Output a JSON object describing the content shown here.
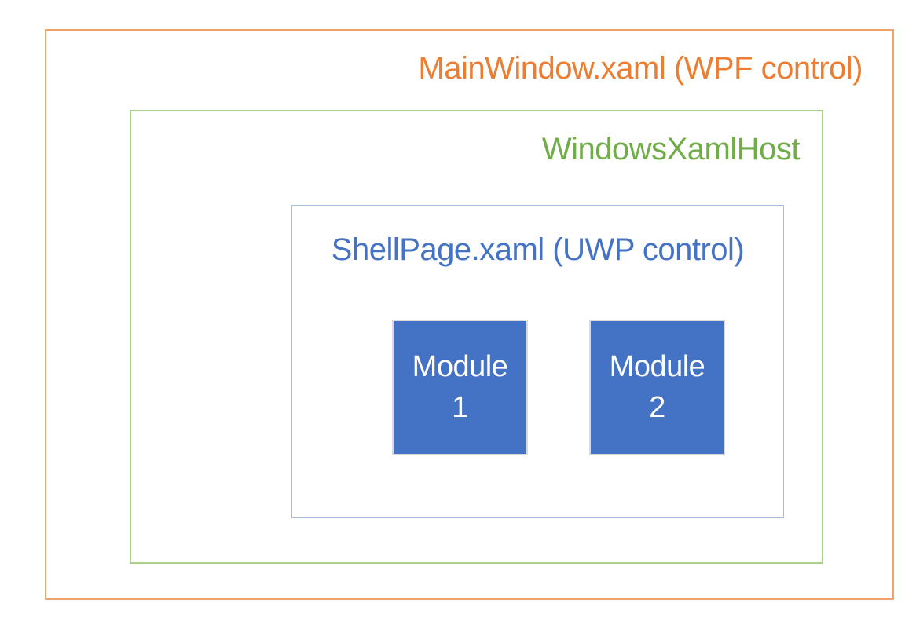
{
  "diagram": {
    "title": "MainWindow.xaml (WPF control)",
    "boxes": {
      "main_window": {
        "label": "MainWindow.xaml (WPF control)",
        "text_color": "#ED7D31",
        "border_color": "#F0A26E"
      },
      "xaml_host": {
        "label": "WindowsXamlHost",
        "text_color": "#70AD47",
        "border_color": "#A9D18E"
      },
      "shell_page": {
        "label": "ShellPage.xaml (UWP control)",
        "text_color": "#4472C4",
        "border_color": "#A5BEE4"
      }
    },
    "modules": [
      {
        "line1": "Module",
        "line2": "1",
        "fill_color": "#4472C4",
        "border_color": "#D9D9D9",
        "text_color": "#FFFFFF"
      },
      {
        "line1": "Module",
        "line2": "2",
        "fill_color": "#4472C4",
        "border_color": "#D9D9D9",
        "text_color": "#FFFFFF"
      }
    ],
    "background_color": "#FFFFFF"
  }
}
